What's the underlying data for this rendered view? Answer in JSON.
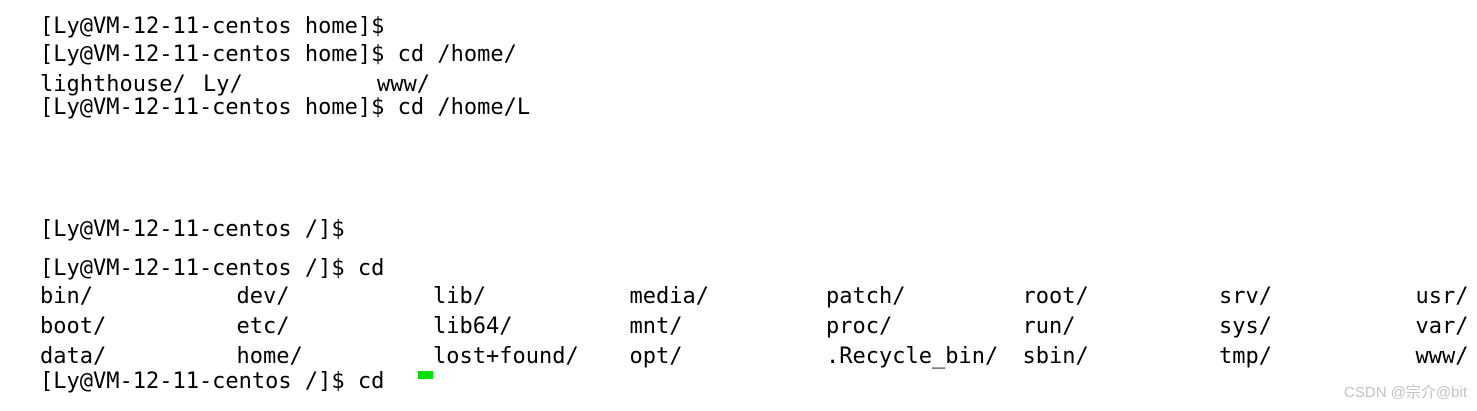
{
  "terminal": {
    "colors": {
      "background": "#ffffff",
      "text": "#000000",
      "cursor": "#00e000"
    },
    "clipped_lines": {
      "top": "[Ly@VM-12-11-centos home]$",
      "mid_upper": "[Ly@VM-12-11-centos home]$ cd /home/L",
      "mid_lower": "[Ly@VM-12-11-centos /]$",
      "bottom": "[Ly@VM-12-11-centos /]$ cd"
    },
    "home_cd": {
      "prompt_line": "[Ly@VM-12-11-centos home]$ cd /home/",
      "completions": [
        "lighthouse/",
        "Ly/",
        "www/"
      ]
    },
    "root_cd": {
      "prompt_line": "[Ly@VM-12-11-centos /]$ cd",
      "listing_rows": [
        [
          "bin/",
          "dev/",
          "lib/",
          "media/",
          "patch/",
          "root/",
          "srv/",
          "usr/"
        ],
        [
          "boot/",
          "etc/",
          "lib64/",
          "mnt/",
          "proc/",
          "run/",
          "sys/",
          "var/"
        ],
        [
          "data/",
          "home/",
          "lost+found/",
          "opt/",
          ".Recycle_bin/",
          "sbin/",
          "tmp/",
          "www/"
        ]
      ]
    }
  },
  "watermark": {
    "text": "CSDN @宗介@bit",
    "color": "#c3c3c3"
  }
}
